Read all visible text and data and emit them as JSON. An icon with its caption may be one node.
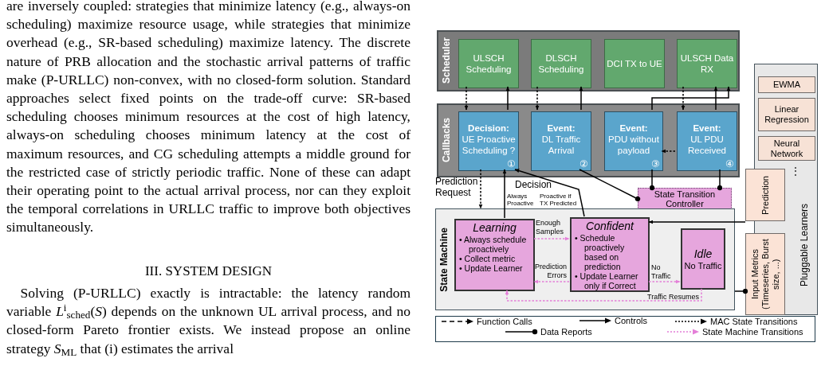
{
  "diagram": {
    "nodes": [
      {
        "text": [
          "Scheduler"
        ]
      },
      {
        "text": [
          "ULSCH Scheduling"
        ],
        "in": 0
      },
      {
        "text": [
          "DLSCH Scheduling"
        ],
        "in": 0
      },
      {
        "text": [
          "DCI TX to UE"
        ],
        "in": 0
      },
      {
        "text": [
          "ULSCH Data RX"
        ],
        "in": 0
      },
      {
        "text": [
          "Callbacks"
        ]
      },
      {
        "text": [
          "Decision:",
          "UE Proactive Scheduling ?",
          "①"
        ],
        "in": 5
      },
      {
        "text": [
          "Event:",
          "DL Traffic Arrival",
          "②"
        ],
        "in": 5
      },
      {
        "text": [
          "Event:",
          "PDU without payload",
          "③"
        ],
        "in": 5
      },
      {
        "text": [
          "Event:",
          "UL PDU Received",
          "④"
        ],
        "in": 5
      },
      {
        "text": [
          "State Transition Controller"
        ]
      },
      {
        "text": [
          "State Machine"
        ]
      },
      {
        "text": [
          "Learning",
          "• Always schedule proactively",
          "• Collect metric",
          "• Update Learner"
        ],
        "in": 11
      },
      {
        "text": [
          "Confident",
          "• Schedule proactively based on prediction",
          "• Update Learner only if Correct"
        ],
        "in": 11
      },
      {
        "text": [
          "Idle",
          "No Traffic"
        ],
        "in": 11
      },
      {
        "text": [
          "Pluggable Learners"
        ]
      },
      {
        "text": [
          "EWMA"
        ],
        "in": 15
      },
      {
        "text": [
          "Linear Regression"
        ],
        "in": 15
      },
      {
        "text": [
          "Neural Network"
        ],
        "in": 15
      },
      {
        "text": [
          "Prediction"
        ]
      },
      {
        "text": [
          "Input Metrics (Timeseries, Burst size, ...)"
        ]
      }
    ],
    "edges": [
      {
        "from": 1,
        "to": 6,
        "arrow": "to",
        "style": "dashed"
      },
      {
        "from": 6,
        "to": 1,
        "arrow": "to"
      },
      {
        "from": 2,
        "to": 7,
        "arrow": "to",
        "style": "dashed"
      },
      {
        "from": 7,
        "to": 2,
        "arrow": "to"
      },
      {
        "from": 4,
        "to": 9,
        "arrow": "to",
        "style": "dashed"
      },
      {
        "from": 9,
        "to": 4,
        "arrow": "to"
      },
      {
        "from": 8,
        "to": 4,
        "arrow": "to"
      },
      {
        "from": 9,
        "to": 8,
        "arrow": "to",
        "style": "dashed"
      },
      {
        "from": 6,
        "to": 11,
        "arrow": "to",
        "style": "dashed",
        "label": "Prediction Request"
      },
      {
        "from": 12,
        "to": 6,
        "arrow": "to",
        "label": "Always Proactive"
      },
      {
        "from": 13,
        "to": 6,
        "arrow": "to",
        "label": "Proactive if TX Predicted"
      },
      {
        "from": 7,
        "to": 10,
        "arrow": "other"
      },
      {
        "from": 8,
        "to": 10,
        "arrow": "other"
      },
      {
        "from": 9,
        "to": 10,
        "arrow": "other"
      },
      {
        "from": 19,
        "to": 13,
        "arrow": "to"
      },
      {
        "from": 11,
        "to": 20,
        "arrow": "other"
      },
      {
        "from": 12,
        "to": 13,
        "arrow": "to",
        "style": "dashed",
        "color": "#e47fd8",
        "label": "Enough Samples"
      },
      {
        "from": 13,
        "to": 12,
        "arrow": "to",
        "style": "dashed",
        "color": "#e47fd8",
        "label": "Prediction Errors"
      },
      {
        "from": 13,
        "to": 14,
        "arrow": "to",
        "style": "dashed",
        "color": "#e47fd8",
        "label": "No Traffic"
      },
      {
        "from": 14,
        "to": 12,
        "arrow": "to",
        "style": "dashed",
        "color": "#e47fd8",
        "label": "Traffic Resumes"
      }
    ],
    "labels": [
      "are inversely coupled: strategies that minimize latency (e.g., always-on scheduling) maximize resource usage, while strategies that minimize overhead (e.g., SR-based scheduling) maximize latency. The discrete nature of PRB allocation and the stochastic arrival patterns of traffic make (P-URLLC) non-convex, with no closed-form solution. Standard approaches select fixed points on the trade-off curve: SR-based scheduling chooses minimum resources at the cost of high latency, always-on scheduling chooses minimum latency at the cost of maximum resources, and CG scheduling attempts a middle ground for the restricted case of strictly periodic traffic. None of these can adapt their operating point to the actual arrival process, nor can they exploit the temporal correlations in URLLC traffic to improve both objectives simultaneously.",
      "III. SYSTEM DESIGN",
      "Solving (P-URLLC) exactly is intractable: the latency random variable *L*$^{i}$$_{sched}$(*S*) depends on the unknown UL arrival process, and no closed-form Pareto frontier exists. We instead propose an online strategy *S*$_{ML}$ that (i) estimates the arrival",
      "Decision",
      "⋮"
    ],
    "legend": [
      {
        "text": "Function Calls"
      },
      {
        "text": "Controls"
      },
      {
        "text": "MAC State Transitions"
      },
      {
        "text": "Data Reports"
      },
      {
        "text": "State Machine Transitions"
      }
    ]
  }
}
